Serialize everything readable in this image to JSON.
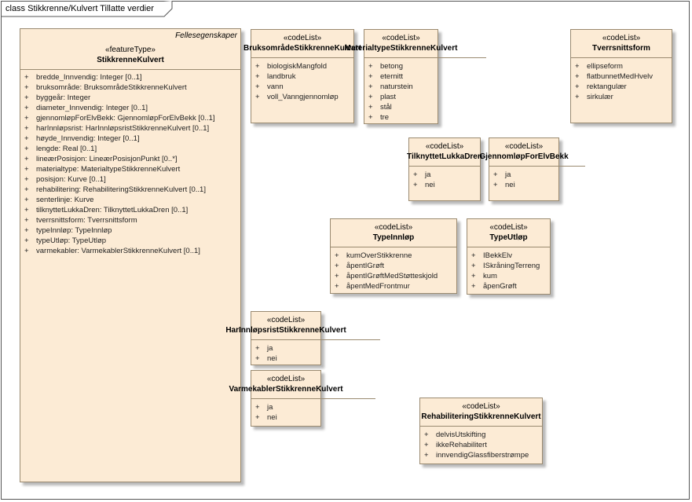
{
  "frame_title": "class Stikkrenne/Kulvert Tillatte verdier",
  "main_class": {
    "inherited_label": "Fellesegenskaper",
    "stereotype": "«featureType»",
    "name": "StikkrenneKulvert",
    "attributes": [
      "bredde_Innvendig: Integer [0..1]",
      "bruksområde: BruksområdeStikkrenneKulvert",
      "byggeår: Integer",
      "diameter_Innvendig: Integer [0..1]",
      "gjennomløpForElvBekk: GjennomløpForElvBekk [0..1]",
      "harInnløpsrist: HarInnløpsristStikkrenneKulvert [0..1]",
      "høyde_Innvendig: Integer [0..1]",
      "lengde: Real [0..1]",
      "lineærPosisjon: LineærPosisjonPunkt [0..*]",
      "materialtype: MaterialtypeStikkrenneKulvert",
      "posisjon: Kurve [0..1]",
      "rehabilitering: RehabiliteringStikkrenneKulvert [0..1]",
      "senterlinje: Kurve",
      "tilknyttetLukkaDren: TilknyttetLukkaDren [0..1]",
      "tverrsnittsform: Tverrsnittsform",
      "typeInnløp: TypeInnløp",
      "typeUtløp: TypeUtløp",
      "varmekabler: VarmekablerStikkrenneKulvert [0..1]"
    ]
  },
  "codelists": [
    {
      "id": "bruksomrade",
      "stereotype": "«codeList»",
      "name": "BruksområdeStikkrenneKulvert",
      "values": [
        "biologiskMangfold",
        "landbruk",
        "vann",
        "voll_Vanngjennomløp"
      ]
    },
    {
      "id": "materialtype",
      "stereotype": "«codeList»",
      "name": "MaterialtypeStikkrenneKulvert",
      "values": [
        "betong",
        "eternitt",
        "naturstein",
        "plast",
        "stål",
        "tre"
      ]
    },
    {
      "id": "tverrsnittsform",
      "stereotype": "«codeList»",
      "name": "Tverrsnittsform",
      "values": [
        "ellipseform",
        "flatbunnetMedHvelv",
        "rektangulær",
        "sirkulær"
      ]
    },
    {
      "id": "tilknyttet",
      "stereotype": "«codeList»",
      "name": "TilknyttetLukkaDren",
      "values": [
        "ja",
        "nei"
      ]
    },
    {
      "id": "gjennomlop",
      "stereotype": "«codeList»",
      "name": "GjennomløpForElvBekk",
      "values": [
        "ja",
        "nei"
      ]
    },
    {
      "id": "typeinnlop",
      "stereotype": "«codeList»",
      "name": "TypeInnløp",
      "values": [
        "kumOverStikkrenne",
        "åpentIGrøft",
        "åpentIGrøftMedStøtteskjold",
        "åpentMedFrontmur"
      ]
    },
    {
      "id": "typeutlop",
      "stereotype": "«codeList»",
      "name": "TypeUtløp",
      "values": [
        "IBekkElv",
        "ISkråningTerreng",
        "kum",
        "åpenGrøft"
      ]
    },
    {
      "id": "innlopsrist",
      "stereotype": "«codeList»",
      "name": "HarInnløpsristStikkrenneKulvert",
      "values": [
        "ja",
        "nei"
      ]
    },
    {
      "id": "varmekabler",
      "stereotype": "«codeList»",
      "name": "VarmekablerStikkrenneKulvert",
      "values": [
        "ja",
        "nei"
      ]
    },
    {
      "id": "rehab",
      "stereotype": "«codeList»",
      "name": "RehabiliteringStikkrenneKulvert",
      "values": [
        "delvisUtskifting",
        "ikkeRehabilitert",
        "innvendigGlassfiberstrømpe"
      ]
    }
  ]
}
